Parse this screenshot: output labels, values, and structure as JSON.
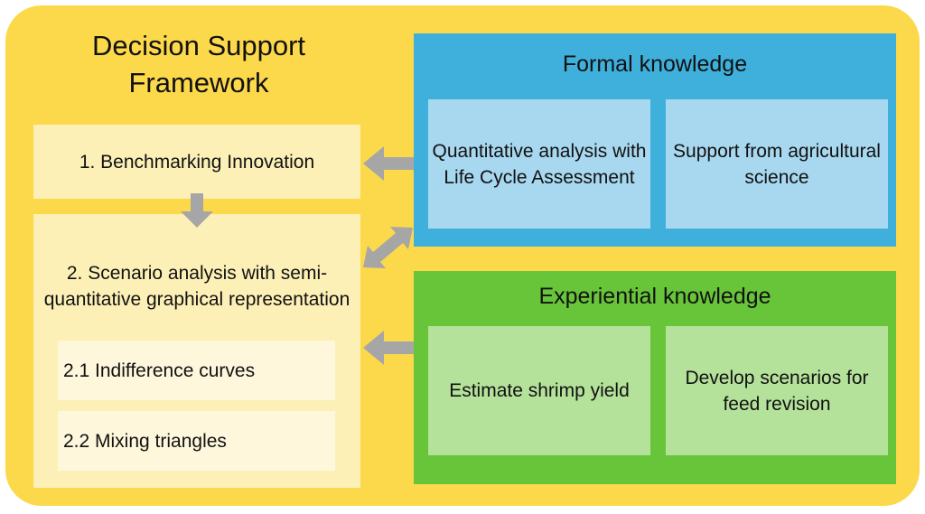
{
  "framework": {
    "title": "Decision Support Framework",
    "step1": "1. Benchmarking Innovation",
    "step2": "2. Scenario analysis with semi-quantitative graphical representation",
    "step2_1": "2.1 Indifference curves",
    "step2_2": "2.2 Mixing triangles"
  },
  "formal": {
    "title": "Formal knowledge",
    "box1": "Quantitative analysis with Life Cycle Assessment",
    "box2": "Support from agricultural science"
  },
  "experiential": {
    "title": "Experiential knowledge",
    "box1": "Estimate shrimp yield",
    "box2": "Develop scenarios for feed revision"
  },
  "colors": {
    "outer": "#fcd94b",
    "pale": "#fdf0b7",
    "formal": "#3fb0dc",
    "formal_sub": "#a8d8ef",
    "experiential": "#68c53a",
    "experiential_sub": "#b4e29a",
    "arrow": "#a6a6a6"
  }
}
